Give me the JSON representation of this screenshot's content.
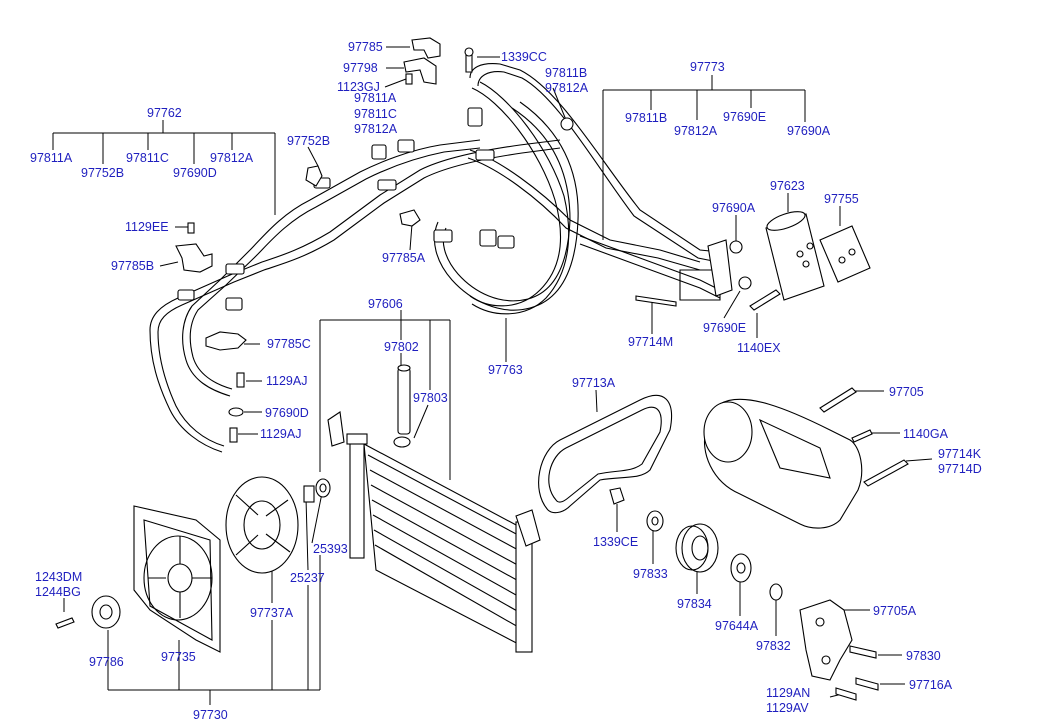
{
  "labels": {
    "l97785": "97785",
    "l97798": "97798",
    "l1123GJ": "1123GJ",
    "l1339CC": "1339CC",
    "l97811B_top": "97811B",
    "l97812A_top": "97812A",
    "l97811A_mid": "97811A",
    "l97811C_mid": "97811C",
    "l97812A_mid": "97812A",
    "l97773": "97773",
    "l97811B_r": "97811B",
    "l97812A_r": "97812A",
    "l97690E_r": "97690E",
    "l97690A_r": "97690A",
    "l97762": "97762",
    "l97811A_l": "97811A",
    "l97752B_l": "97752B",
    "l97811C_l": "97811C",
    "l97690D_l": "97690D",
    "l97812A_l": "97812A",
    "l97752B_c": "97752B",
    "l1129EE": "1129EE",
    "l97785B": "97785B",
    "l97785A": "97785A",
    "l97690A_m": "97690A",
    "l97623": "97623",
    "l97755": "97755",
    "l97690E_m": "97690E",
    "l97714M": "97714M",
    "l1140EX": "1140EX",
    "l97763": "97763",
    "l97606": "97606",
    "l97802": "97802",
    "l97803": "97803",
    "l97785C": "97785C",
    "l1129AJ_a": "1129AJ",
    "l97690D": "97690D",
    "l1129AJ_b": "1129AJ",
    "l97713A": "97713A",
    "l97705": "97705",
    "l1140GA": "1140GA",
    "l97714K": "97714K",
    "l97714D": "97714D",
    "l1339CE": "1339CE",
    "l97833": "97833",
    "l97834": "97834",
    "l97644A": "97644A",
    "l97832": "97832",
    "l97705A": "97705A",
    "l97830": "97830",
    "l97716A": "97716A",
    "l1129AN": "1129AN",
    "l1129AV": "1129AV",
    "l25393": "25393",
    "l25237": "25237",
    "l97737A": "97737A",
    "l1243DM": "1243DM",
    "l1244BG": "1244BG",
    "l97786": "97786",
    "l97735": "97735",
    "l97730": "97730"
  },
  "colors": {
    "label": "#1f1fbf",
    "line": "#000000",
    "background": "#ffffff"
  }
}
